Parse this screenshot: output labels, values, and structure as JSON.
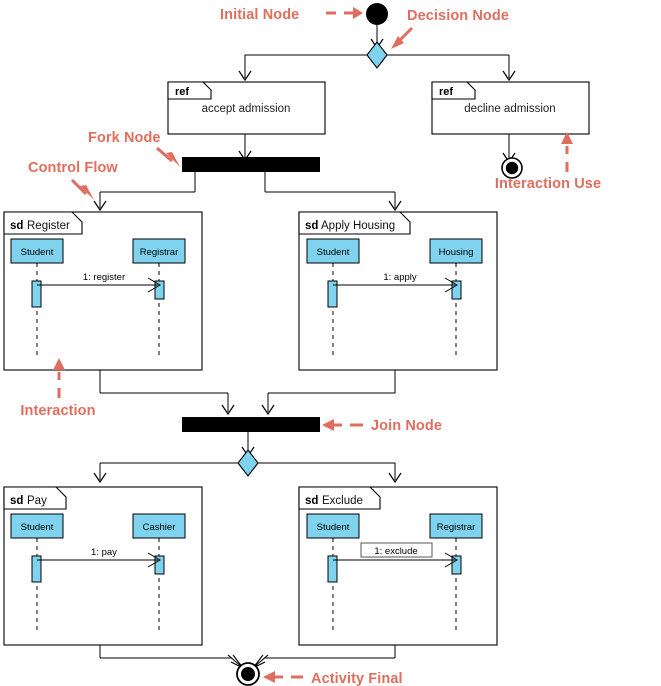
{
  "diagram": {
    "type": "uml-interaction-overview-diagram",
    "colors": {
      "annotation": "#DF6E5F",
      "lifeline_fill": "#7FD3EF",
      "decision_fill": "#7FD3EF",
      "node_stroke": "#000000",
      "frame_fill": "#FFFFFF",
      "background": "#FFFFFF"
    }
  },
  "nodes": {
    "initial": {
      "name": "Initial Node",
      "kind": "initial-node"
    },
    "decision_top": {
      "name": "Decision Node",
      "kind": "decision-node"
    },
    "fork": {
      "name": "Fork Node",
      "kind": "fork-node"
    },
    "join": {
      "name": "Join Node",
      "kind": "join-node"
    },
    "decision_bottom": {
      "name": "Decision Node",
      "kind": "decision-node"
    },
    "final_right": {
      "name": "Activity Final",
      "kind": "activity-final-node"
    },
    "final_bottom": {
      "name": "Activity Final",
      "kind": "activity-final-node"
    }
  },
  "interaction_uses": [
    {
      "keyword": "ref",
      "label": "accept admission"
    },
    {
      "keyword": "ref",
      "label": "decline admission"
    }
  ],
  "interactions": [
    {
      "keyword": "sd",
      "title": "Register",
      "lifelines": [
        "Student",
        "Registrar"
      ],
      "messages": [
        {
          "label": "1: register",
          "selected": false
        }
      ]
    },
    {
      "keyword": "sd",
      "title": "Apply Housing",
      "lifelines": [
        "Student",
        "Housing"
      ],
      "messages": [
        {
          "label": "1: apply",
          "selected": false
        }
      ]
    },
    {
      "keyword": "sd",
      "title": "Pay",
      "lifelines": [
        "Student",
        "Cashier"
      ],
      "messages": [
        {
          "label": "1: pay",
          "selected": false
        }
      ]
    },
    {
      "keyword": "sd",
      "title": "Exclude",
      "lifelines": [
        "Student",
        "Registrar"
      ],
      "messages": [
        {
          "label": "1: exclude",
          "selected": true
        }
      ]
    }
  ],
  "annotations": [
    {
      "id": "initial-node",
      "text": "Initial Node"
    },
    {
      "id": "decision-node",
      "text": "Decision Node"
    },
    {
      "id": "fork-node",
      "text": "Fork Node"
    },
    {
      "id": "control-flow",
      "text": "Control Flow"
    },
    {
      "id": "interaction-use",
      "text": "Interaction Use"
    },
    {
      "id": "interaction",
      "text": "Interaction"
    },
    {
      "id": "join-node",
      "text": "Join Node"
    },
    {
      "id": "activity-final",
      "text": "Activity Final"
    }
  ]
}
